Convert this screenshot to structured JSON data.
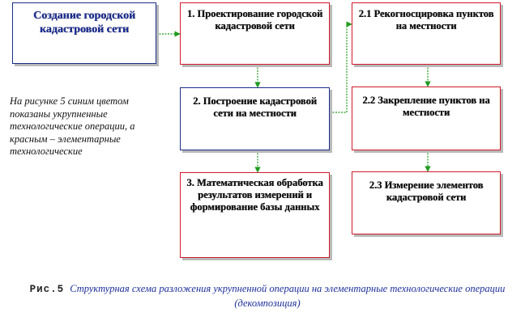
{
  "nodes": {
    "root": "Создание городской кадастровой сети",
    "step1": "1. Проектирование городской кадастровой сети",
    "step2": "2. Построение кадастровой сети на местности",
    "step3": "3. Математическая обработка результатов измерений и формирование базы данных",
    "step21": "2.1 Рекогносцировка пунктов на местности",
    "step22": "2.2 Закрепление пунктов на местности",
    "step23": "2.3 Измерение элементов кадастровой сети"
  },
  "note": "На рисунке 5 синим цветом показаны укрупненные технологические операции, а красным – элементарные технологические",
  "caption": {
    "label": "Рис.5",
    "text": "Структурная схема разложения укрупненной операции на элементарные технологические операции (декомпозиция)"
  },
  "colors": {
    "blue": "#1a2e8a",
    "red": "#d11a2a",
    "connector": "#1f9a1f"
  }
}
